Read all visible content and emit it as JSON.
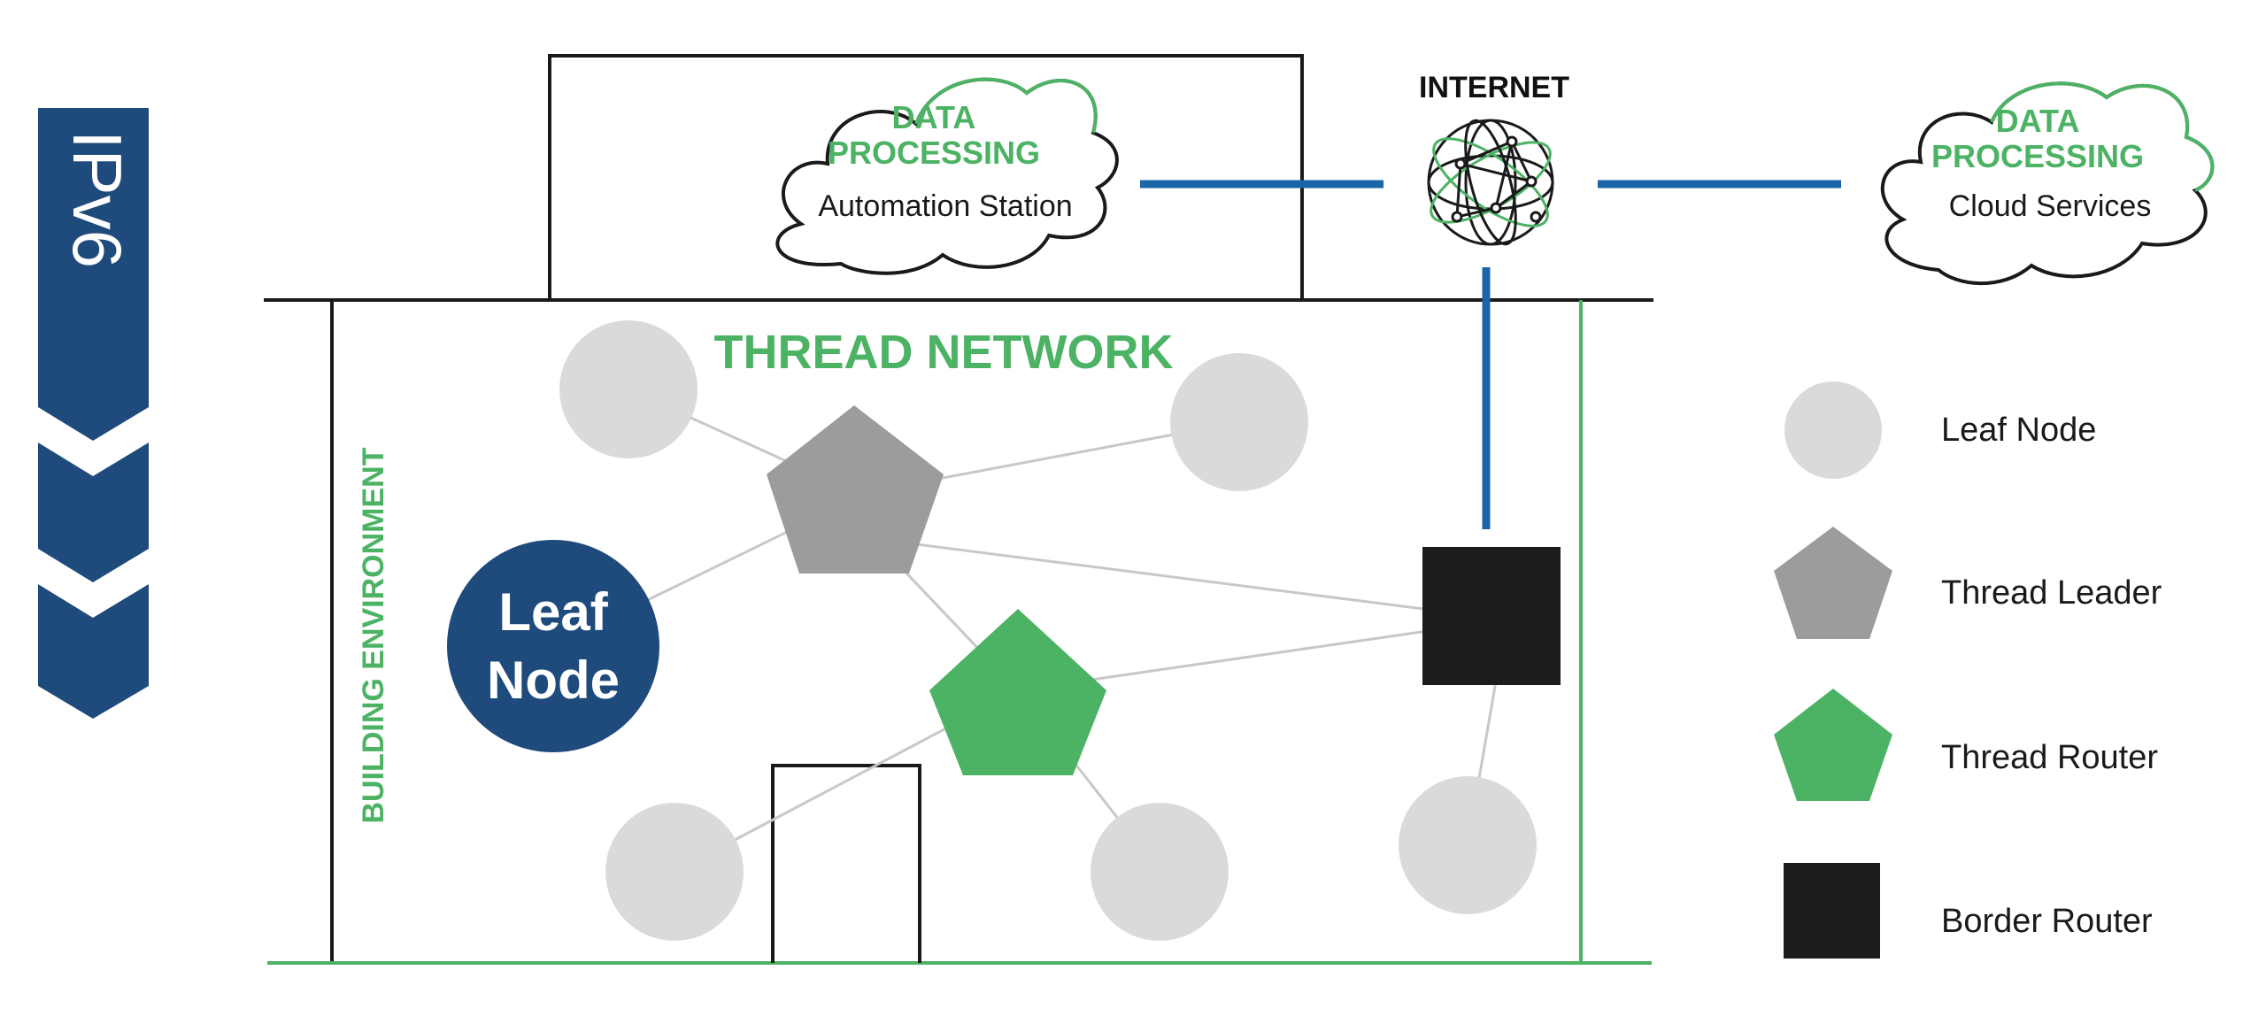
{
  "ipv6_label": "IPv6",
  "thread_network_title": "THREAD NETWORK",
  "building_label": "BUILDING ENVIRONMENT",
  "internet_label": "INTERNET",
  "cloud_local": {
    "title_line1": "DATA",
    "title_line2": "PROCESSING",
    "subtitle": "Automation Station"
  },
  "cloud_remote": {
    "title_line1": "DATA",
    "title_line2": "PROCESSING",
    "subtitle": "Cloud Services"
  },
  "featured_leaf": {
    "line1": "Leaf",
    "line2": "Node"
  },
  "legend": [
    {
      "label": "Leaf Node",
      "shape": "circle"
    },
    {
      "label": "Thread Leader",
      "shape": "pentagon"
    },
    {
      "label": "Thread Router",
      "shape": "pentagon"
    },
    {
      "label": "Border Router",
      "shape": "square"
    }
  ],
  "colors": {
    "navy": "#1f4a7c",
    "blue_link": "#1c64a8",
    "green": "#4cb264",
    "leaf_gray": "#d9dad9",
    "leader_gray": "#9b9c9b",
    "border_router_black": "#1c1c1a",
    "edge_gray": "#c8c8c8",
    "wall": "#1a1a1a"
  }
}
